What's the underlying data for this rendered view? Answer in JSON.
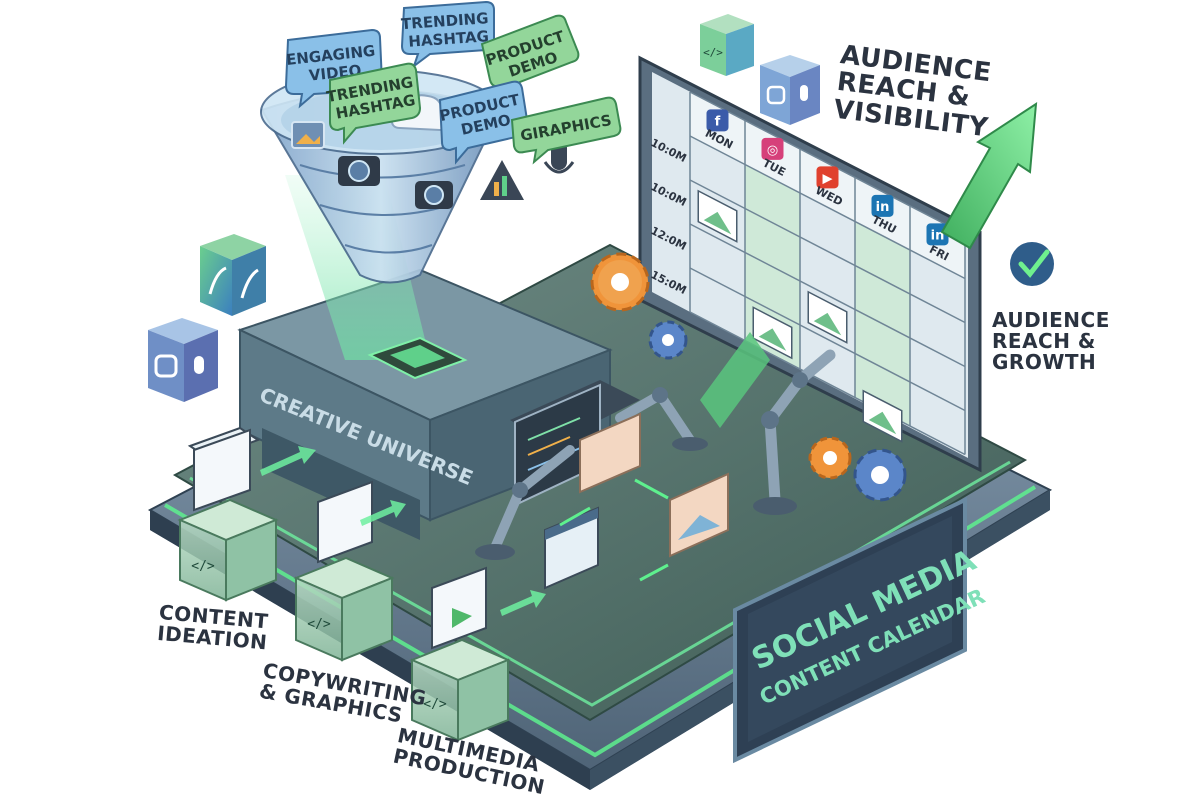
{
  "bubbles": [
    {
      "lines": [
        "ENGAGING",
        "VIDEO"
      ]
    },
    {
      "lines": [
        "TRENDING",
        "HASHTAG"
      ]
    },
    {
      "lines": [
        "PRODUCT",
        "DEMO"
      ]
    },
    {
      "lines": [
        "TRENDING",
        "HASHTAG"
      ]
    },
    {
      "lines": [
        "PRODUCT",
        "DEMO"
      ]
    },
    {
      "lines": [
        "GIRAPHICS"
      ]
    }
  ],
  "funnel_label": "CREATIVE UNIVERSE",
  "stages": [
    {
      "lines": [
        "CONTENT",
        "IDEATION"
      ]
    },
    {
      "lines": [
        "COPYWRITING",
        "& GRAPHICS"
      ]
    },
    {
      "lines": [
        "MULTIMEDIA",
        "PRODUCTION"
      ]
    }
  ],
  "calendar": {
    "days": [
      "MON",
      "TUE",
      "WED",
      "THU",
      "FRI"
    ],
    "times": [
      "10:0M",
      "10:0M",
      "12:0M",
      "15:0M"
    ],
    "platform_icons": [
      "facebook-icon",
      "instagram-icon",
      "youtube-icon",
      "linkedin-icon",
      "linkedin-icon"
    ],
    "platform_glyphs": [
      "f",
      "◎",
      "▶",
      "in",
      "in"
    ],
    "platform_colors": [
      "#3b5ba9",
      "#d6407a",
      "#e0412e",
      "#1c75b3",
      "#1c75b3"
    ]
  },
  "right_labels": {
    "top": [
      "AUDIENCE",
      "REACH &",
      "VISIBILITY"
    ],
    "bottom": [
      "AUDIENCE",
      "REACH &",
      "GROWTH"
    ]
  },
  "sign": {
    "line1": "SOCIAL MEDIA",
    "line2": "CONTENT CALENDAR"
  },
  "colors": {
    "accent_green": "#4fd07a",
    "slate": "#5d7488",
    "sign_text": "#7fe0b8"
  }
}
